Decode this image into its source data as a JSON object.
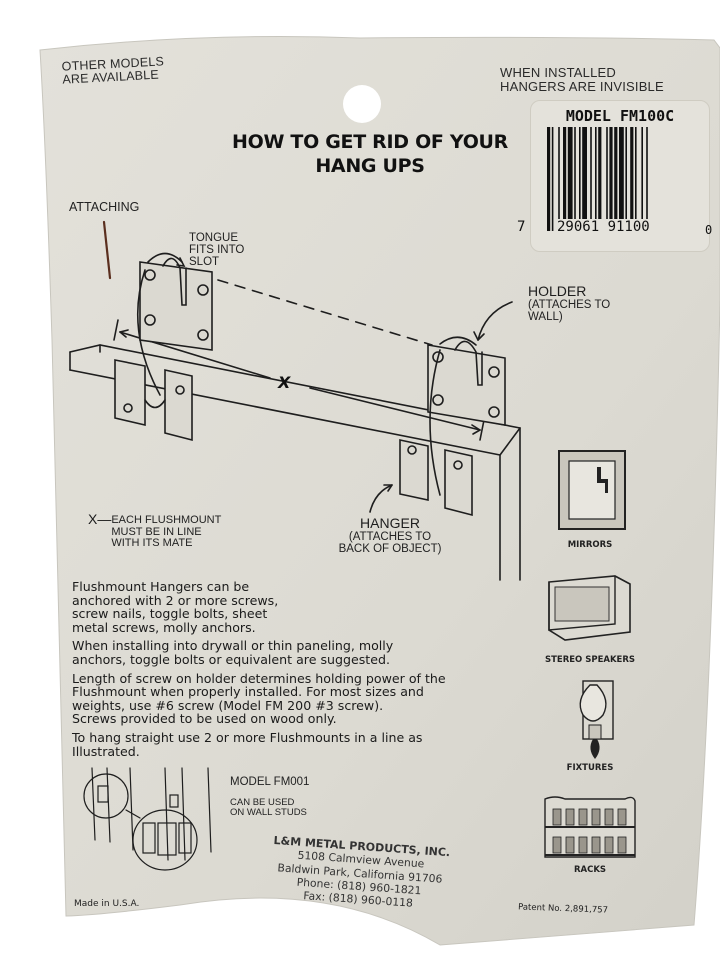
{
  "corner_notes": {
    "left": [
      "OTHER MODELS",
      "ARE AVAILABLE"
    ],
    "right": [
      "WHEN INSTALLED",
      "HANGERS ARE INVISIBLE"
    ]
  },
  "title": [
    "HOW TO GET RID OF YOUR",
    "HANG UPS"
  ],
  "barcode": {
    "model": "MODEL FM100C",
    "digits_left": "7",
    "digits_main": "29061 91100",
    "digits_right": "0"
  },
  "diagram": {
    "attaching": "ATTACHING",
    "tongue": [
      "TONGUE",
      "FITS INTO",
      "SLOT"
    ],
    "holder": "HOLDER",
    "holder_sub": [
      "(ATTACHES TO",
      "WALL)"
    ],
    "x_mark": "X",
    "x_note_prefix": "X—",
    "x_note": [
      "EACH FLUSHMOUNT",
      "MUST BE IN LINE",
      "WITH ITS MATE"
    ],
    "hanger": "HANGER",
    "hanger_sub": [
      "(ATTACHES TO",
      "BACK OF OBJECT)"
    ]
  },
  "uses": [
    {
      "label": "MIRRORS",
      "icon": "mirror-icon"
    },
    {
      "label": "STEREO SPEAKERS",
      "icon": "speaker-icon"
    },
    {
      "label": "FIXTURES",
      "icon": "fixture-icon"
    },
    {
      "label": "RACKS",
      "icon": "rack-icon"
    }
  ],
  "instructions": [
    [
      "Flushmount Hangers can be",
      "anchored with 2 or more screws,",
      "screw nails, toggle bolts, sheet",
      "metal screws, molly anchors."
    ],
    [
      "When installing into drywall or thin paneling, molly",
      "anchors, toggle bolts or equivalent are suggested."
    ],
    [
      "Length of screw on holder determines holding power of the",
      "Flushmount when properly installed. For most sizes and",
      "weights, use #6 screw (Model FM 200 #3 screw).",
      "Screws provided to be used on wood only."
    ],
    [
      "To hang straight use 2 or more Flushmounts in a line as",
      "Illustrated."
    ]
  ],
  "secondary_model": {
    "name": "MODEL FM001",
    "note": [
      "CAN BE USED",
      "ON WALL STUDS"
    ]
  },
  "company": {
    "name": "L&M METAL PRODUCTS, INC.",
    "address1": "5108 Calmview Avenue",
    "address2": "Baldwin Park, California 91706",
    "phone": "Phone: (818) 960-1821",
    "fax": "Fax: (818) 960-0118"
  },
  "made_in": "Made in U.S.A.",
  "patent": "Patent No. 2,891,757",
  "colors": {
    "card": "#dedcd4",
    "ink": "#1c1c1c",
    "background": "#ffffff"
  }
}
